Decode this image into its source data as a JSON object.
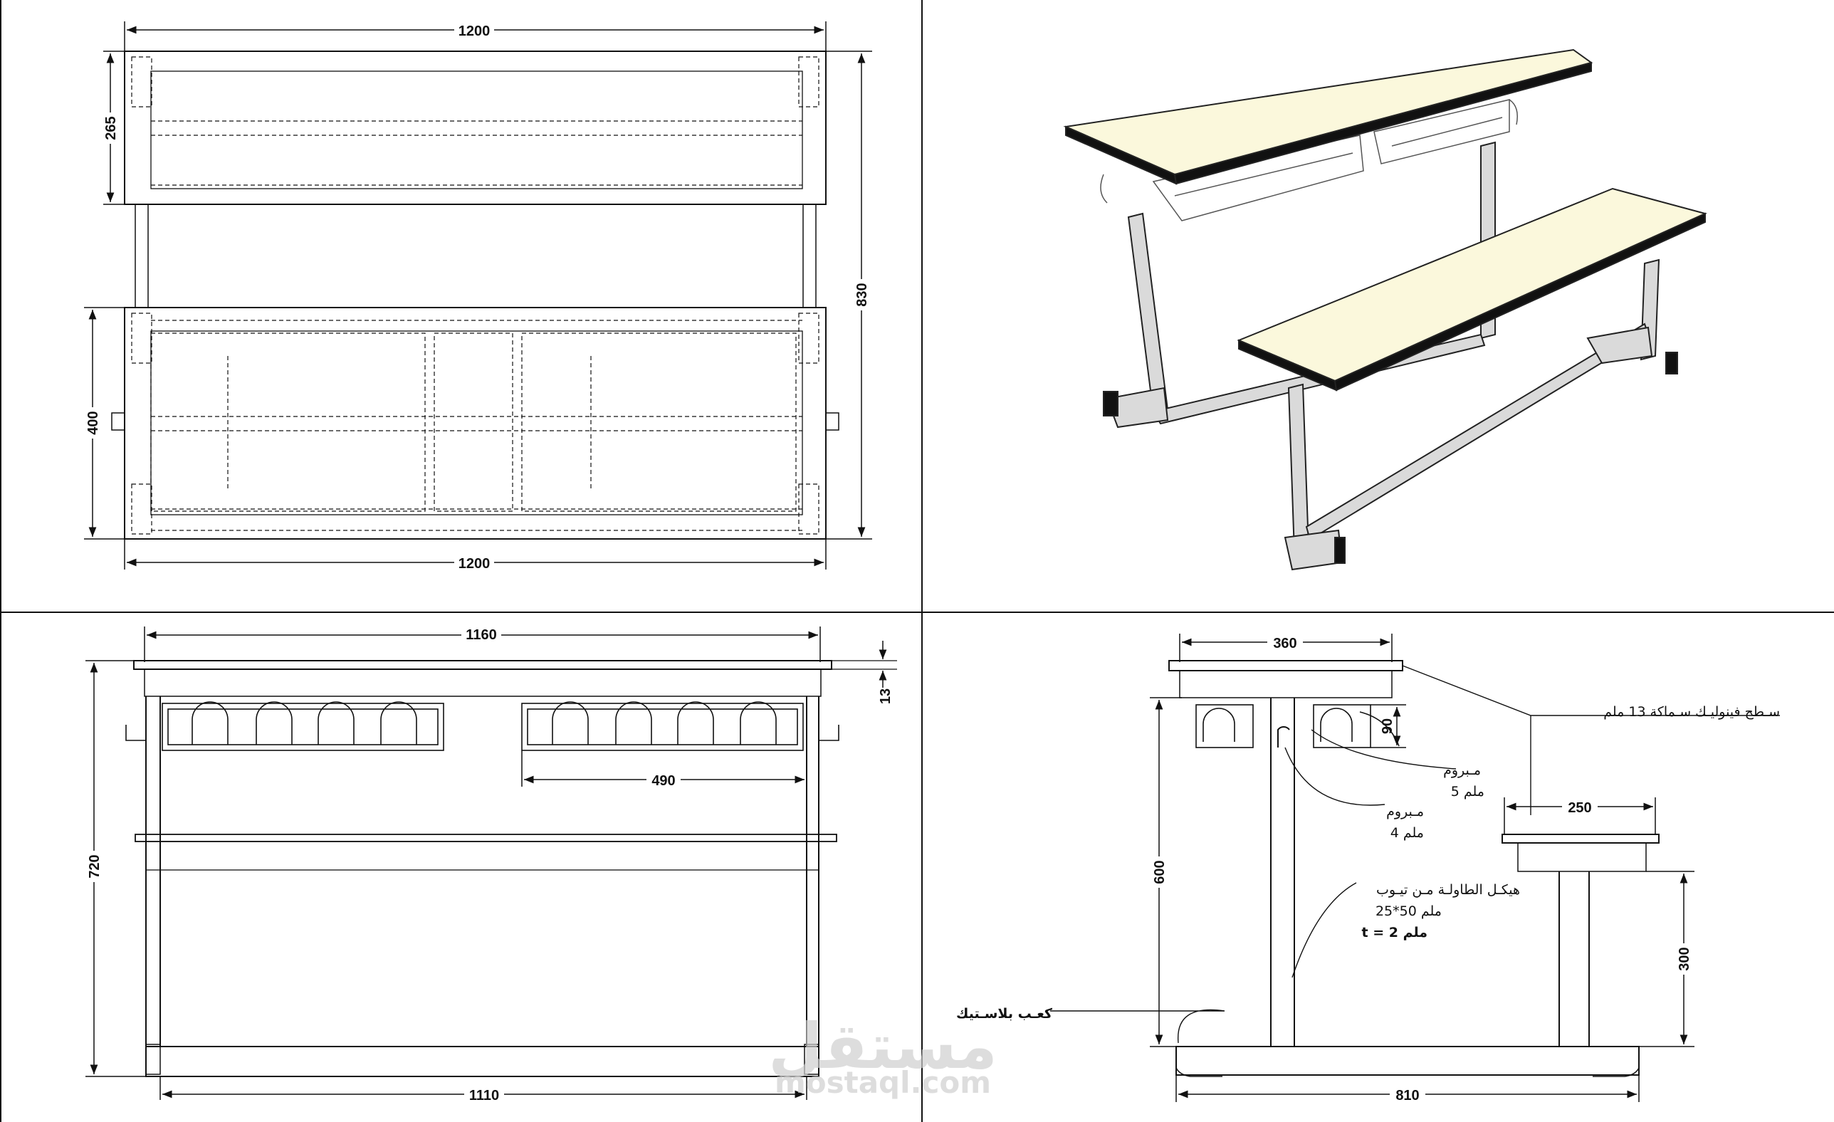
{
  "quadrants": {
    "top_left": {
      "dims": {
        "top_width": "1200",
        "bottom_width": "1200",
        "desk_depth": "265",
        "bench_depth": "400",
        "total_depth": "830"
      }
    },
    "bottom_left": {
      "dims": {
        "top_width": "1160",
        "top_thickness": "13",
        "basket_width": "490",
        "height": "720",
        "bottom_width": "1110"
      }
    },
    "bottom_right": {
      "dims": {
        "desk_top_depth": "360",
        "basket_height": "90",
        "bench_top_depth": "250",
        "desk_leg_height": "600",
        "bench_height": "300",
        "base_length": "810"
      },
      "notes": {
        "phenolic_top": "سـطح فينوليـك سـماكة 13 ملم",
        "rivet_5_line1": "مـبروم",
        "rivet_5_line2": "5 ملم",
        "rivet_4_line1": "مـبروم",
        "rivet_4_line2": "4 ملم",
        "frame_line1": "هيكـل الطاولـة مـن تيـوب",
        "frame_line2": "25*50 ملم",
        "frame_line3": "t = 2 ملم",
        "plastic_cap": "كعـب بلاسـتيك"
      }
    }
  },
  "watermark": {
    "arabic": "مستقل",
    "latin": "mostaql.com"
  },
  "colors": {
    "line": "#111111",
    "panel_top": "#fbf8dc",
    "frame": "#d6d6d6",
    "edge": "#222222"
  }
}
